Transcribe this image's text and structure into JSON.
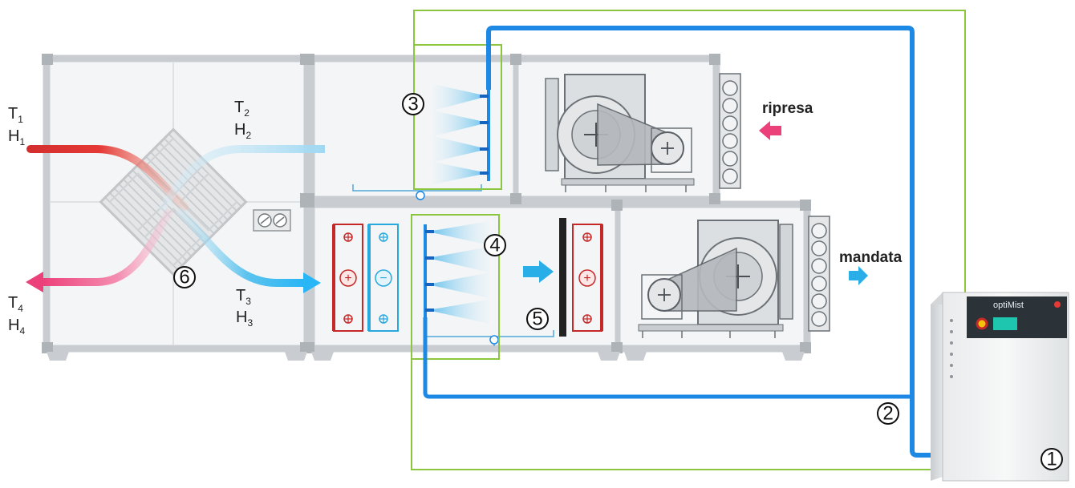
{
  "labels": {
    "t1": "T",
    "t1_sub": "1",
    "h1": "H",
    "h1_sub": "1",
    "t2": "T",
    "t2_sub": "2",
    "h2": "H",
    "h2_sub": "2",
    "t3": "T",
    "t3_sub": "3",
    "h3": "H",
    "h3_sub": "3",
    "t4": "T",
    "t4_sub": "4",
    "h4": "H",
    "h4_sub": "4",
    "ripresa": "ripresa",
    "mandata": "mandata"
  },
  "callouts": {
    "n1": "1",
    "n2": "2",
    "n3": "3",
    "n4": "4",
    "n5": "5",
    "n6": "6"
  },
  "coil_signs": {
    "heat": "+",
    "cool": "−"
  },
  "cabinet": {
    "brand": "optiMist"
  },
  "colors": {
    "water_pipe": "#1e88e5",
    "control_wire": "#8cc63f",
    "hot_air": "#e53935",
    "cold_air": "#29b6f6",
    "frame": "#c9cdd1",
    "heating_coil": "#c62828",
    "cooling_coil": "#29a8e0",
    "supply_arrow": "#2aaee8",
    "return_arrow": "#ec407a"
  }
}
